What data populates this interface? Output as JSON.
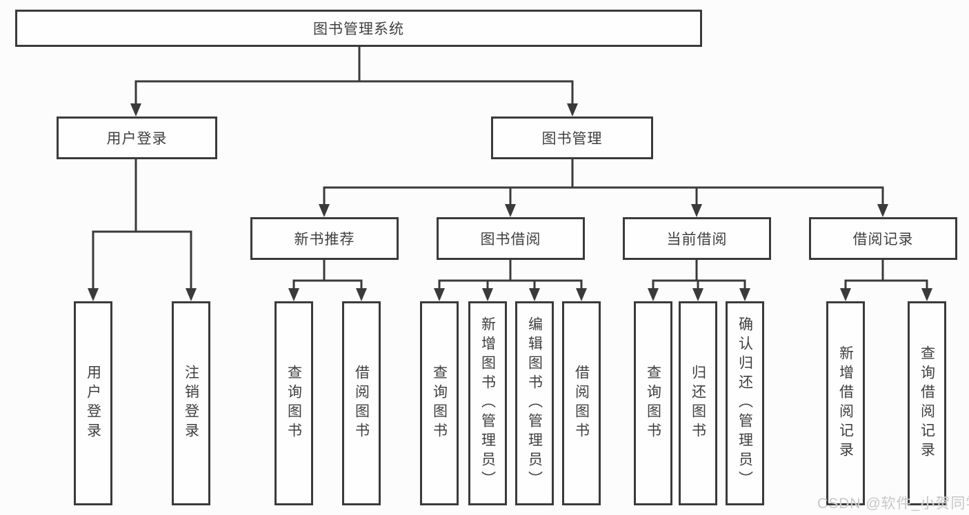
{
  "diagram": {
    "title": "图书管理系统",
    "nodes": {
      "root": {
        "label": "图书管理系统"
      },
      "user_login": {
        "label": "用户登录"
      },
      "book_management": {
        "label": "图书管理"
      },
      "new_book_recommend": {
        "label": "新书推荐"
      },
      "book_borrow": {
        "label": "图书借阅"
      },
      "current_borrow": {
        "label": "当前借阅"
      },
      "borrow_records": {
        "label": "借阅记录"
      },
      "leaf_user_login": {
        "label": "用户登录"
      },
      "leaf_logout": {
        "label": "注销登录"
      },
      "leaf_query_books_recommend": {
        "label": "查询图书"
      },
      "leaf_borrow_books_recommend": {
        "label": "借阅图书"
      },
      "leaf_query_books_borrow": {
        "label": "查询图书"
      },
      "leaf_add_books": {
        "label": "新增图书（管理员）"
      },
      "leaf_edit_books": {
        "label": "编辑图书（管理员）"
      },
      "leaf_borrow_books_2": {
        "label": "借阅图书"
      },
      "leaf_query_books_current": {
        "label": "查询图书"
      },
      "leaf_return_books": {
        "label": "归还图书"
      },
      "leaf_confirm_return": {
        "label": "确认归还（管理员）"
      },
      "leaf_add_borrow_record": {
        "label": "新增借阅记录"
      },
      "leaf_query_borrow_record": {
        "label": "查询借阅记录"
      }
    },
    "edges": [
      {
        "from": "图书管理系统",
        "to": "用户登录"
      },
      {
        "from": "图书管理系统",
        "to": "图书管理"
      },
      {
        "from": "用户登录",
        "to": "用户登录"
      },
      {
        "from": "用户登录",
        "to": "注销登录"
      },
      {
        "from": "图书管理",
        "to": "新书推荐"
      },
      {
        "from": "图书管理",
        "to": "图书借阅"
      },
      {
        "from": "图书管理",
        "to": "当前借阅"
      },
      {
        "from": "图书管理",
        "to": "借阅记录"
      },
      {
        "from": "新书推荐",
        "to": "查询图书"
      },
      {
        "from": "新书推荐",
        "to": "借阅图书"
      },
      {
        "from": "图书借阅",
        "to": "查询图书"
      },
      {
        "from": "图书借阅",
        "to": "新增图书（管理员）"
      },
      {
        "from": "图书借阅",
        "to": "编辑图书（管理员）"
      },
      {
        "from": "图书借阅",
        "to": "借阅图书"
      },
      {
        "from": "当前借阅",
        "to": "查询图书"
      },
      {
        "from": "当前借阅",
        "to": "归还图书"
      },
      {
        "from": "当前借阅",
        "to": "确认归还（管理员）"
      },
      {
        "from": "借阅记录",
        "to": "新增借阅记录"
      },
      {
        "from": "借阅记录",
        "to": "查询借阅记录"
      }
    ],
    "watermark": "CSDN @软件_小贺同学",
    "colors": {
      "line": "#3a3a3a",
      "text": "#3f3f3f",
      "background": "#fcfcfc",
      "watermark": "#c7c7c7"
    }
  }
}
